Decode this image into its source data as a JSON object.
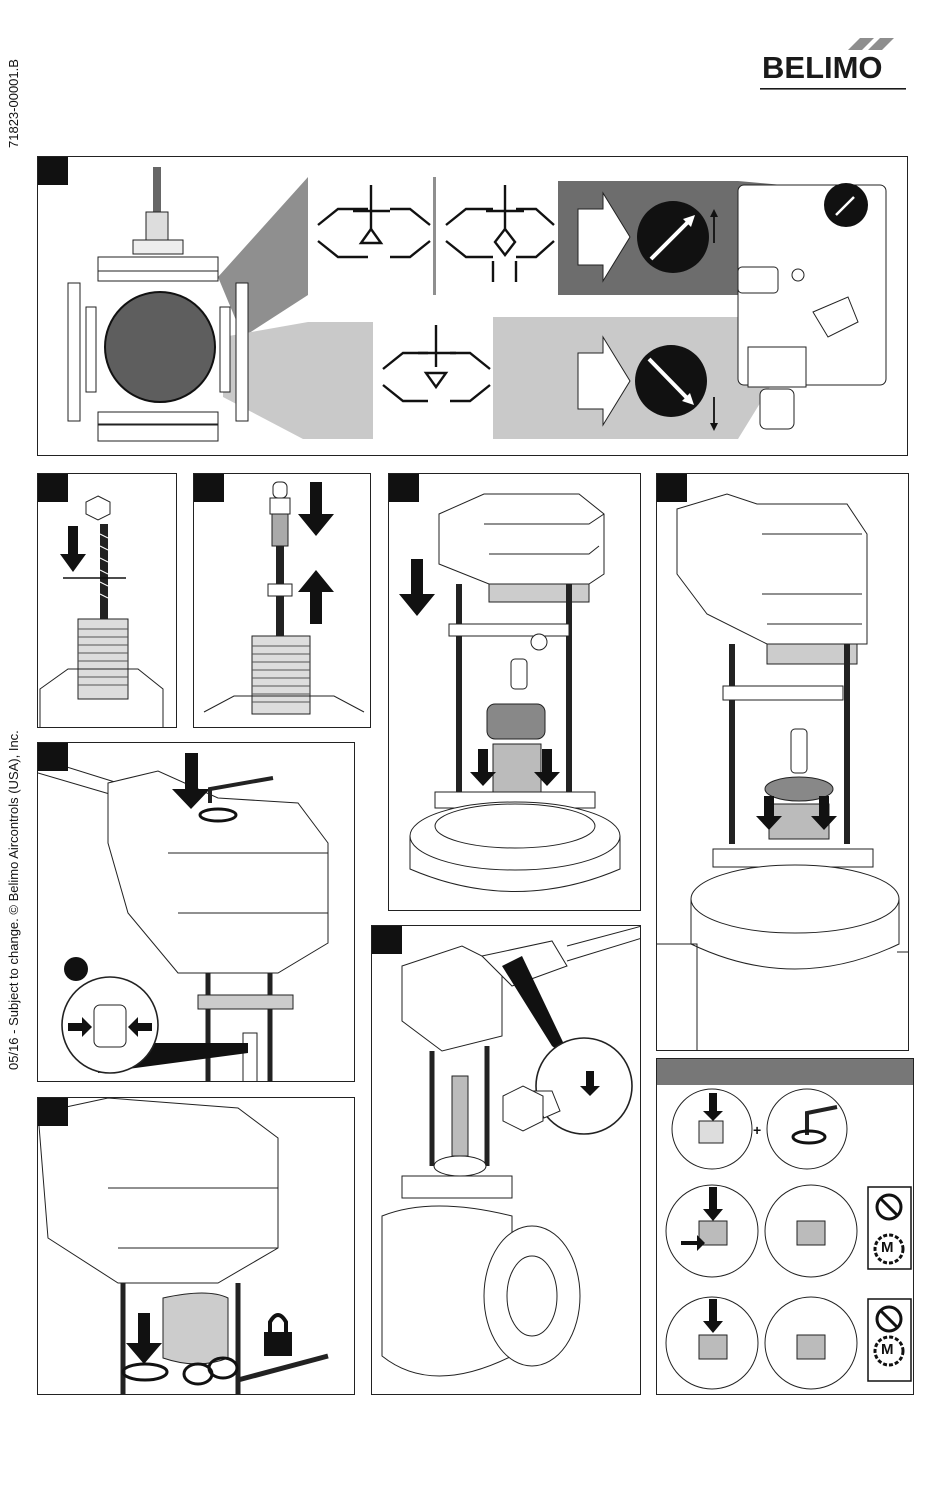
{
  "document": {
    "number": "71823-00001.B",
    "footer": "05/16 - Subject to change. © Belimo Aircontrols (USA), Inc."
  },
  "brand": {
    "name": "BELIMO"
  },
  "colors": {
    "ink": "#111111",
    "mid_gray": "#8a8a8a",
    "dark_gray": "#5e5e5e",
    "light_gray": "#c8c8c8"
  },
  "icons": {
    "arrow_up_right": "rotation-direction-icon",
    "arrow_down_right": "rotation-direction-icon",
    "lock": "lock-icon",
    "manual_override": "manual-override-icon",
    "motor": "motor-icon"
  },
  "motor_badge": {
    "letter": "M"
  }
}
